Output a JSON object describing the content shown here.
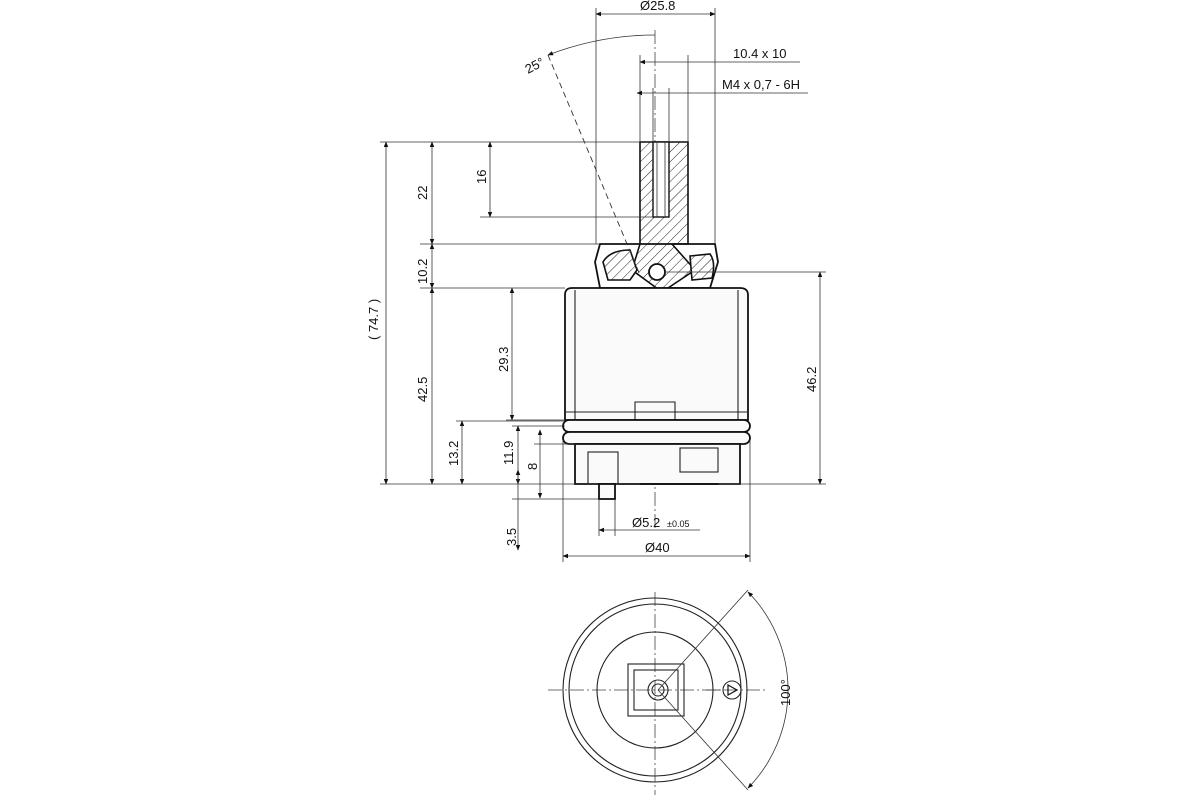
{
  "dimensions": {
    "dia_stem": "Ø25.8",
    "spline": "10.4 x 10",
    "thread": "M4 x 0,7 - 6H",
    "angle_tilt": "25°",
    "overall_height": "( 74.7 )",
    "stem_length": "22",
    "thread_depth": "16",
    "cap_height": "10.2",
    "body_height": "42.5",
    "body_upper": "29.3",
    "lower_height": "46.2",
    "base_13_2": "13.2",
    "base_11_9": "11.9",
    "base_8": "8",
    "pin_3_5": "3.5",
    "pin_dia": "Ø5.2",
    "pin_tol": "±0.05",
    "dia_body": "Ø40",
    "rotation_angle": "100°"
  },
  "colors": {
    "line": "#222222",
    "background": "#ffffff"
  }
}
